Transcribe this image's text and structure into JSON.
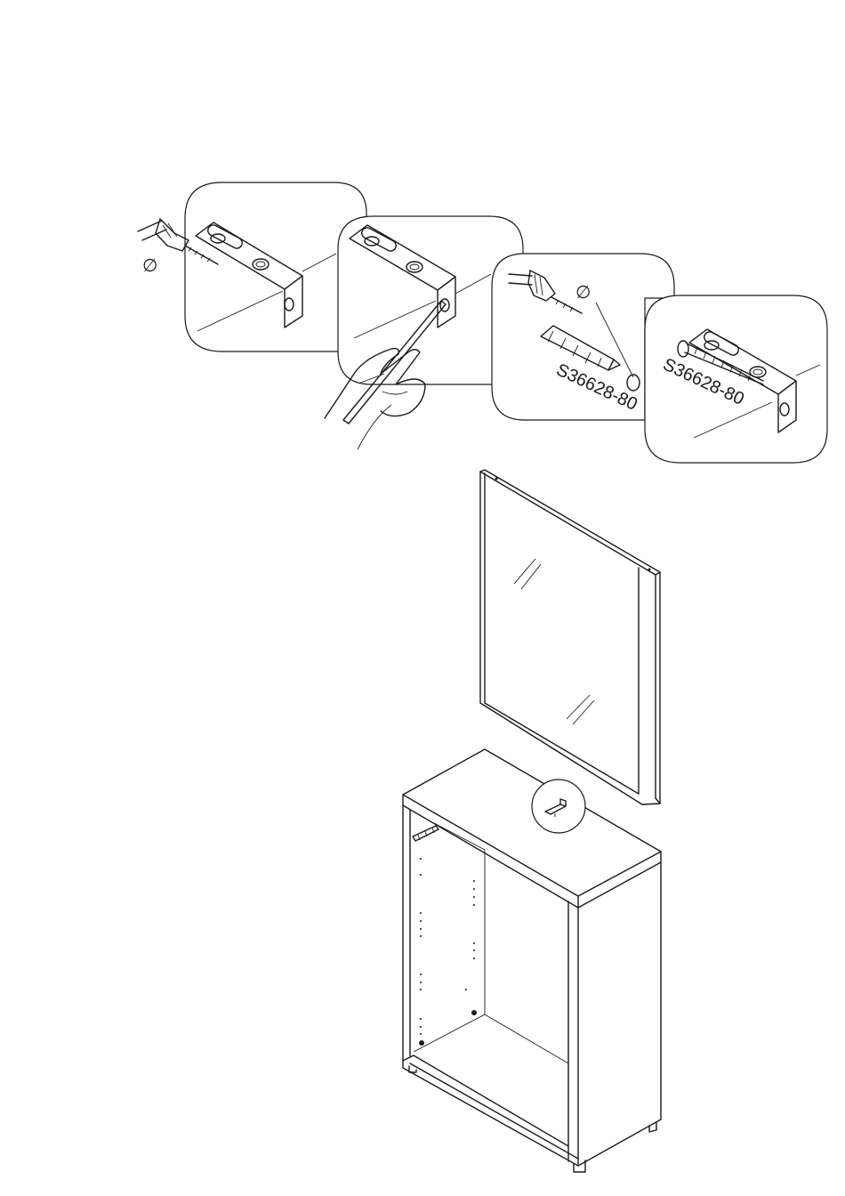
{
  "diameter_symbol": "∅",
  "steps": [
    {
      "id": "step-1-drill-bracket"
    },
    {
      "id": "step-2-mark-wall"
    },
    {
      "id": "step-3-drill-dowel",
      "part_code": "S36628-80"
    },
    {
      "id": "step-4-screw-bracket",
      "part_code": "S36628-80"
    }
  ]
}
